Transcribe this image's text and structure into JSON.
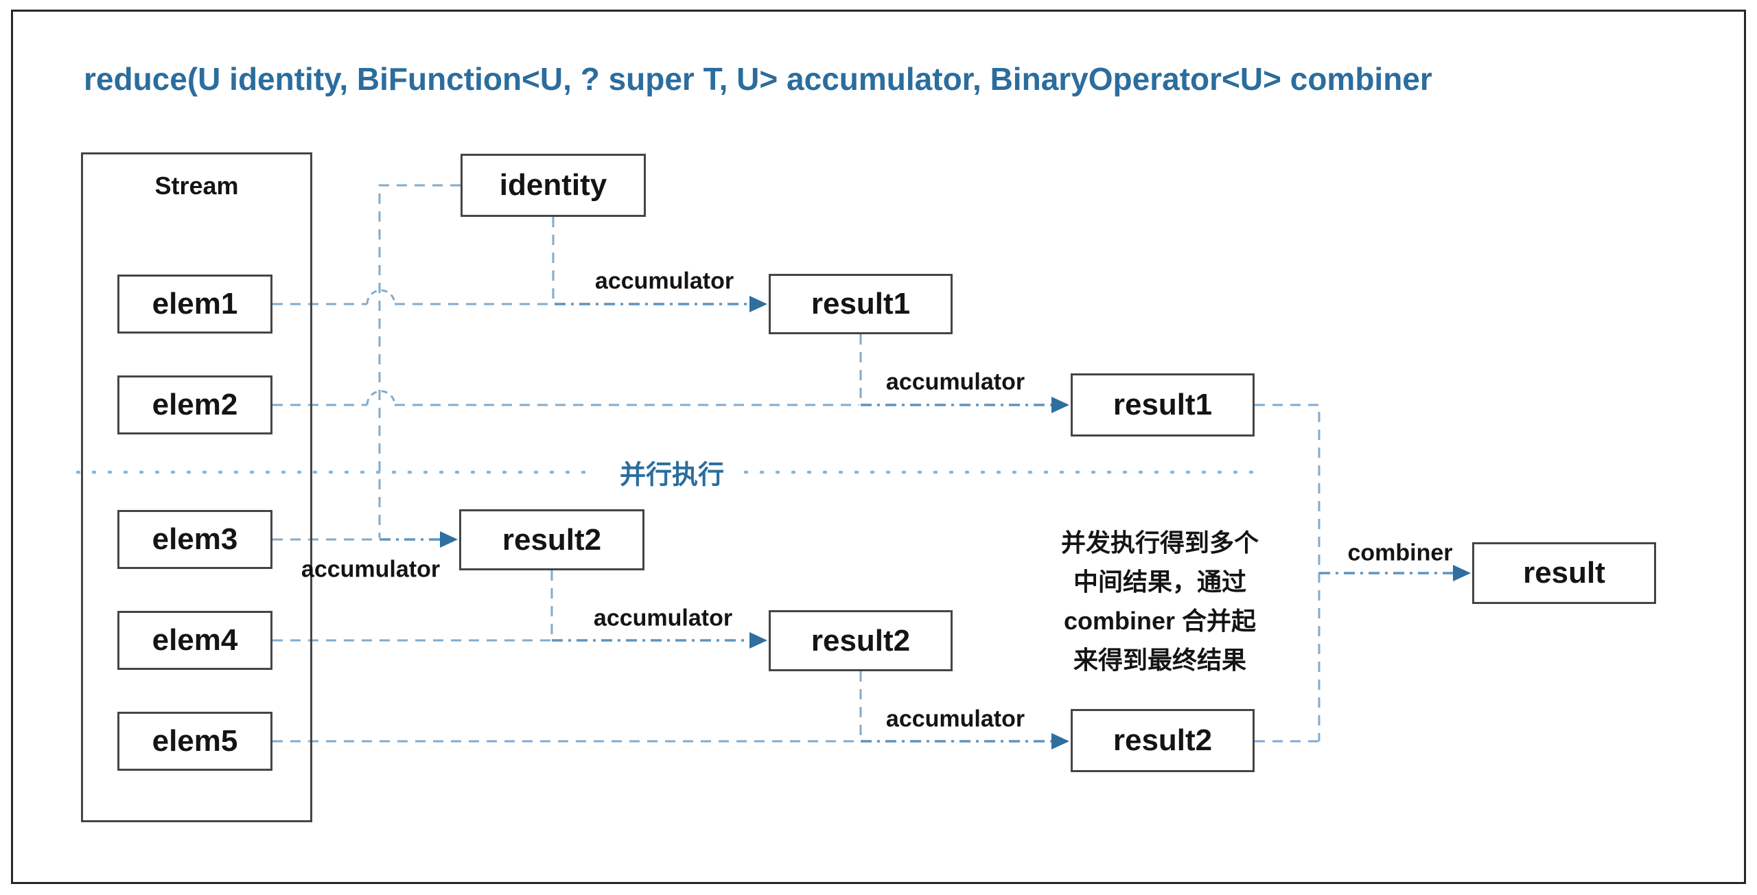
{
  "title": "reduce(U identity, BiFunction<U, ? super T, U> accumulator, BinaryOperator<U> combiner",
  "stream": {
    "label": "Stream",
    "elements": [
      "elem1",
      "elem2",
      "elem3",
      "elem4",
      "elem5"
    ]
  },
  "nodes": {
    "identity": "identity",
    "result1_first": "result1",
    "result1_second": "result1",
    "result2_first": "result2",
    "result2_second": "result2",
    "result2_third": "result2",
    "final_result": "result"
  },
  "edge_labels": {
    "accumulator": "accumulator",
    "combiner": "combiner"
  },
  "divider_label": "并行执行",
  "annotation_lines": [
    "并发执行得到多个",
    "中间结果，通过",
    "combiner 合并起",
    "来得到最终结果"
  ],
  "colors": {
    "title_blue": "#2b6d9d",
    "dashed_line_blue": "#82abcd",
    "arrow_segment_blue": "#5f94bd",
    "arrowhead_blue": "#2e6f9f",
    "divider_dot_blue": "#86b6da",
    "box_border_gray": "#454545",
    "frame_border": "#262626",
    "text_black": "#141414"
  }
}
